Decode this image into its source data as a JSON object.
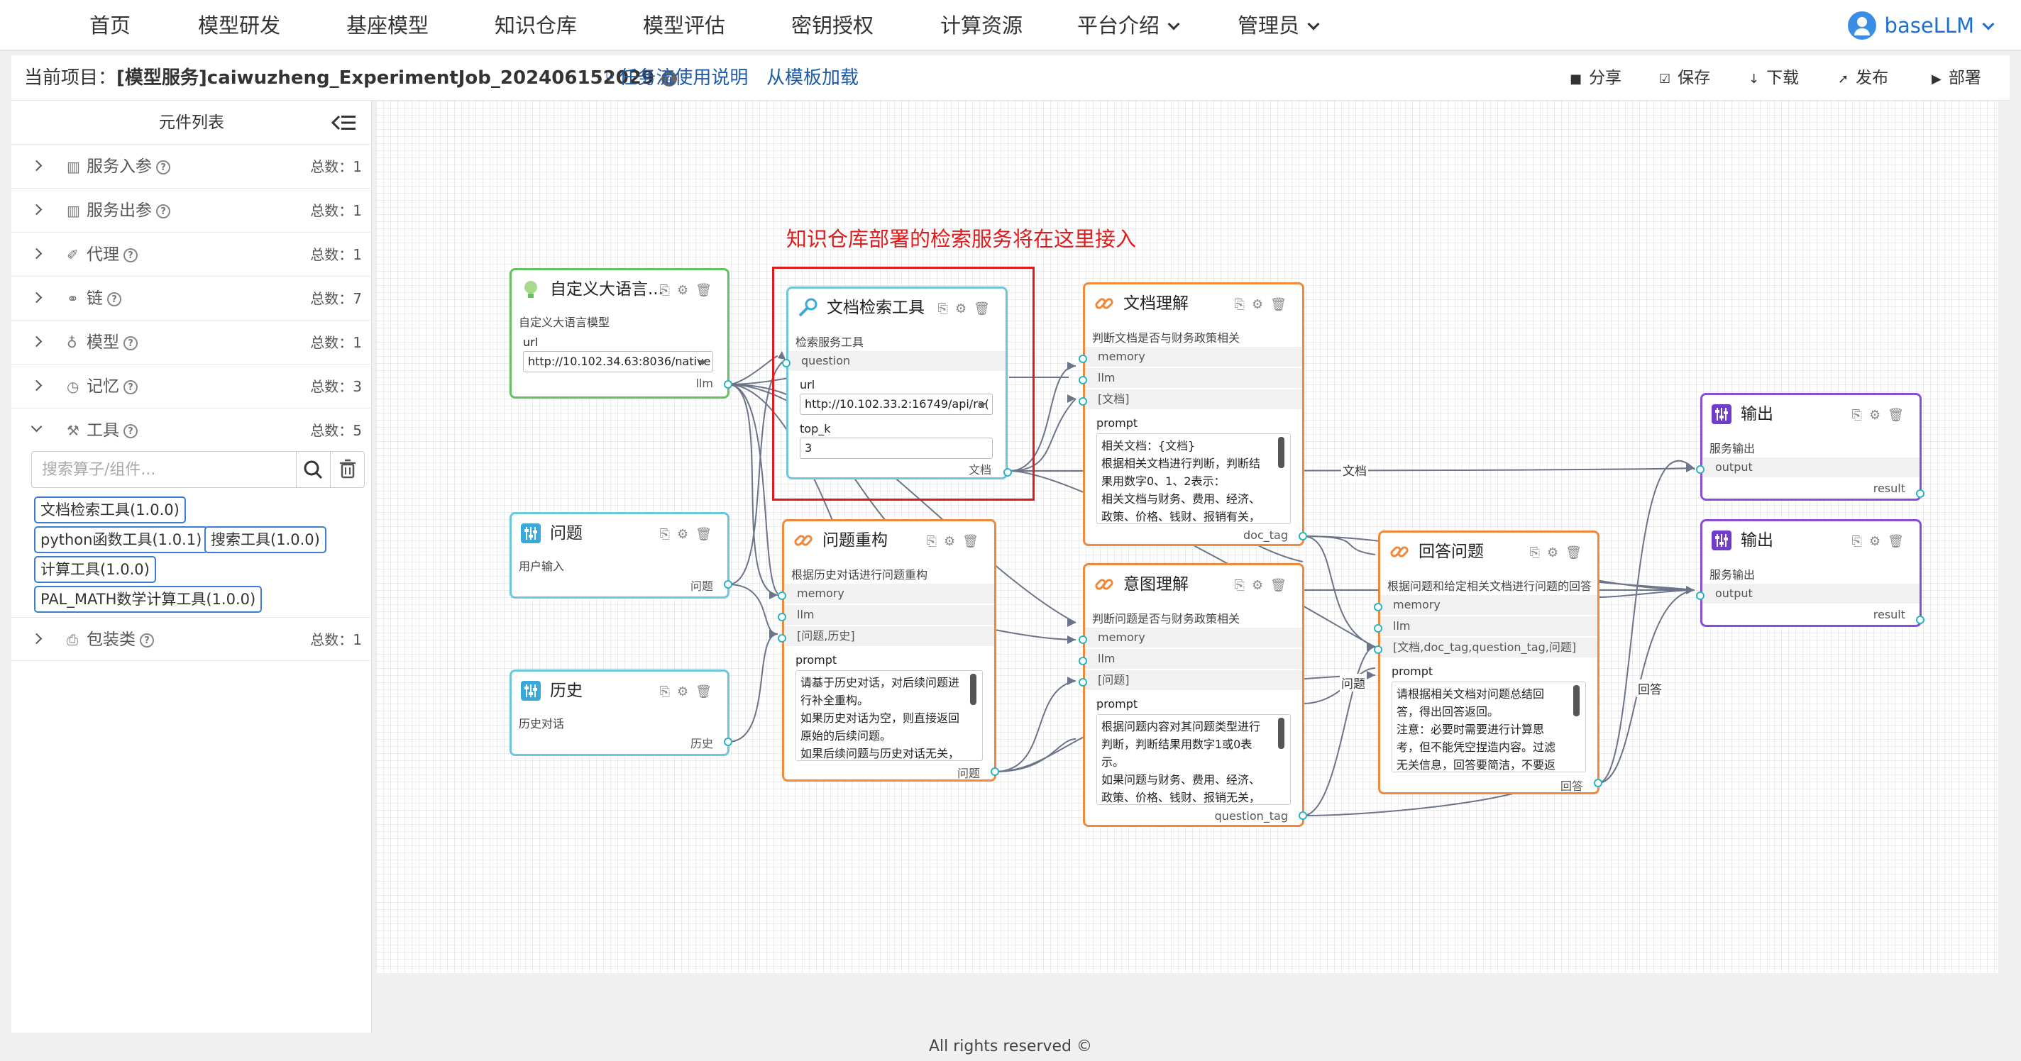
{
  "nav": {
    "items": [
      "首页",
      "模型研发",
      "基座模型",
      "知识仓库",
      "模型评估",
      "密钥授权",
      "计算资源"
    ],
    "dropdowns": [
      "平台介绍",
      "管理员"
    ],
    "user": "baseLLM"
  },
  "project": {
    "label": "当前项目：",
    "name": "[模型服务]caiwuzheng_ExperimentJob_202406152029",
    "links": [
      "任务流使用说明",
      "从模板加载"
    ],
    "actions": [
      "分享",
      "保存",
      "下载",
      "发布",
      "部署"
    ]
  },
  "sidebar": {
    "title": "元件列表",
    "count_prefix": "总数：",
    "categories": [
      {
        "label": "服务入参",
        "count": "1",
        "icon": "io-icon"
      },
      {
        "label": "服务出参",
        "count": "1",
        "icon": "io-icon"
      },
      {
        "label": "代理",
        "count": "1",
        "icon": "agent-icon"
      },
      {
        "label": "链",
        "count": "7",
        "icon": "link-icon"
      },
      {
        "label": "模型",
        "count": "1",
        "icon": "bulb-icon"
      },
      {
        "label": "记忆",
        "count": "3",
        "icon": "clock-icon"
      },
      {
        "label": "工具",
        "count": "5",
        "icon": "wrench-icon"
      },
      {
        "label": "包装类",
        "count": "1",
        "icon": "package-icon"
      }
    ],
    "search_placeholder": "搜索算子/组件...",
    "tools": [
      "文档检索工具(1.0.0)",
      "python函数工具(1.0.1)",
      "搜索工具(1.0.0)",
      "计算工具(1.0.0)",
      "PAL_MATH数学计算工具(1.0.0)"
    ]
  },
  "annotation": "知识仓库部署的检索服务将在这里接入",
  "nodes": {
    "llm": {
      "title": "自定义大语言...",
      "desc": "自定义大语言模型",
      "url_label": "url",
      "url": "http://10.102.34.63:8036/native",
      "out": "llm"
    },
    "question": {
      "title": "问题",
      "desc": "用户输入",
      "out": "问题"
    },
    "history": {
      "title": "历史",
      "desc": "历史对话",
      "out": "历史"
    },
    "retriever": {
      "title": "文档检索工具",
      "desc": "检索服务工具",
      "port": "question",
      "url_label": "url",
      "url": "http://10.102.33.2:16749/api/ra(",
      "topk_label": "top_k",
      "topk": "3",
      "out": "文档"
    },
    "rewrite": {
      "title": "问题重构",
      "desc": "根据历史对话进行问题重构",
      "ports": [
        "memory",
        "llm",
        "[问题,历史]"
      ],
      "prompt_label": "prompt",
      "prompt": "请基于历史对话，对后续问题进行补全重构。\n如果历史对话为空，则直接返回原始的后续问题。\n如果后续问题与历史对话无关，",
      "out": "问题"
    },
    "doc": {
      "title": "文档理解",
      "desc": "判断文档是否与财务政策相关",
      "ports": [
        "memory",
        "llm",
        "[文档]"
      ],
      "prompt_label": "prompt",
      "prompt": "相关文档：{文档}\n根据相关文档进行判断，判断结果用数字0、1、2表示：\n相关文档与财务、费用、经济、政策、价格、钱财、报销有关，",
      "out": "doc_tag"
    },
    "intent": {
      "title": "意图理解",
      "desc": "判断问题是否与财务政策相关",
      "ports": [
        "memory",
        "llm",
        "[问题]"
      ],
      "prompt_label": "prompt",
      "prompt": "根据问题内容对其问题类型进行判断，判断结果用数字1或0表示。\n如果问题与财务、费用、经济、政策、价格、钱财、报销无关，",
      "out": "question_tag"
    },
    "answer": {
      "title": "回答问题",
      "desc": "根据问题和给定相关文档进行问题的回答",
      "ports": [
        "memory",
        "llm",
        "[文档,doc_tag,question_tag,问题]"
      ],
      "prompt_label": "prompt",
      "prompt": "请根据相关文档对问题总结回答，得出回答返回。\n注意：必要时需要进行计算思考，但不能凭空捏造内容。过滤无关信息，回答要简洁，不要返",
      "out": "回答"
    },
    "out1": {
      "title": "输出",
      "desc": "服务输出",
      "port": "output",
      "out": "result"
    },
    "out2": {
      "title": "输出",
      "desc": "服务输出",
      "port": "output",
      "out": "result"
    }
  },
  "wire_labels": [
    "文档",
    "问题",
    "回答"
  ],
  "colors": {
    "green": "#62c160",
    "cyan": "#6cc7dc",
    "orange": "#ef8a3d",
    "purple": "#8a4fd6",
    "red": "#e01b1b",
    "link": "#1f5aa6",
    "accent": "#3b7ecf"
  },
  "footer": "All rights reserved ©"
}
